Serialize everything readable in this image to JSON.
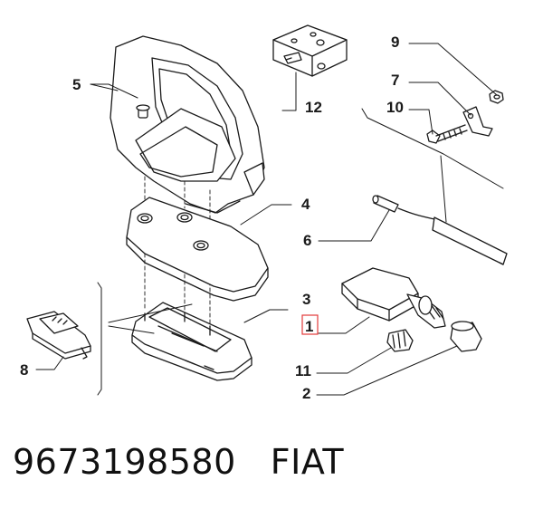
{
  "callouts": {
    "c1": "1",
    "c2": "2",
    "c3": "3",
    "c4": "4",
    "c5": "5",
    "c6": "6",
    "c7": "7",
    "c8": "8",
    "c9": "9",
    "c10": "10",
    "c11": "11",
    "c12": "12"
  },
  "highlight_color": "#e23b3b",
  "caption": {
    "part_number": "9673198580",
    "brand": "FIAT"
  }
}
